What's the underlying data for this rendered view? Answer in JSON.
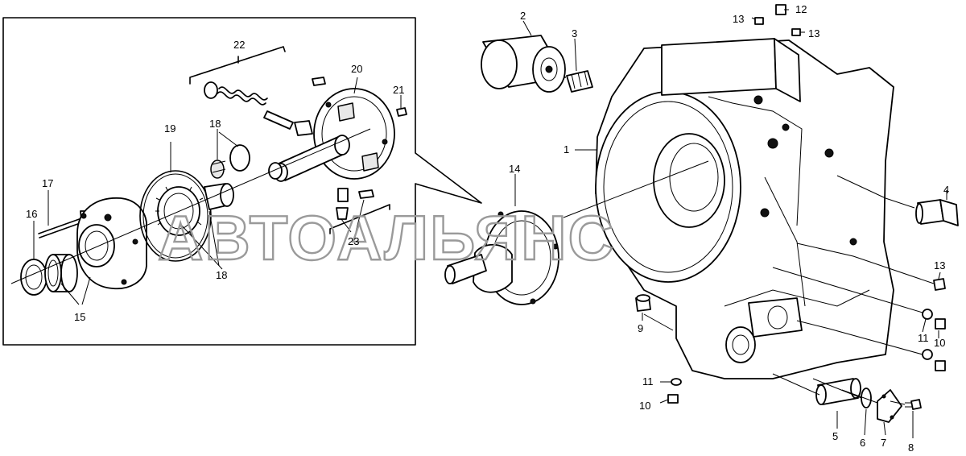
{
  "colors": {
    "ink": "#000000",
    "paper": "#ffffff",
    "watermark": "#9a9a9a"
  },
  "watermark": "АВТОАЛЬЯНС",
  "callouts": {
    "c1": "1",
    "c2": "2",
    "c3": "3",
    "c4": "4",
    "c5": "5",
    "c6": "6",
    "c7": "7",
    "c8": "8",
    "c9": "9",
    "c10a": "10",
    "c10b": "10",
    "c11a": "11",
    "c11b": "11",
    "c12": "12",
    "c13a": "13",
    "c13b": "13",
    "c13c": "13",
    "c14": "14",
    "c15": "15",
    "c16": "16",
    "c17": "17",
    "c18a": "18",
    "c18b": "18",
    "c19": "19",
    "c20": "20",
    "c21": "21",
    "c22": "22",
    "c23": "23"
  }
}
